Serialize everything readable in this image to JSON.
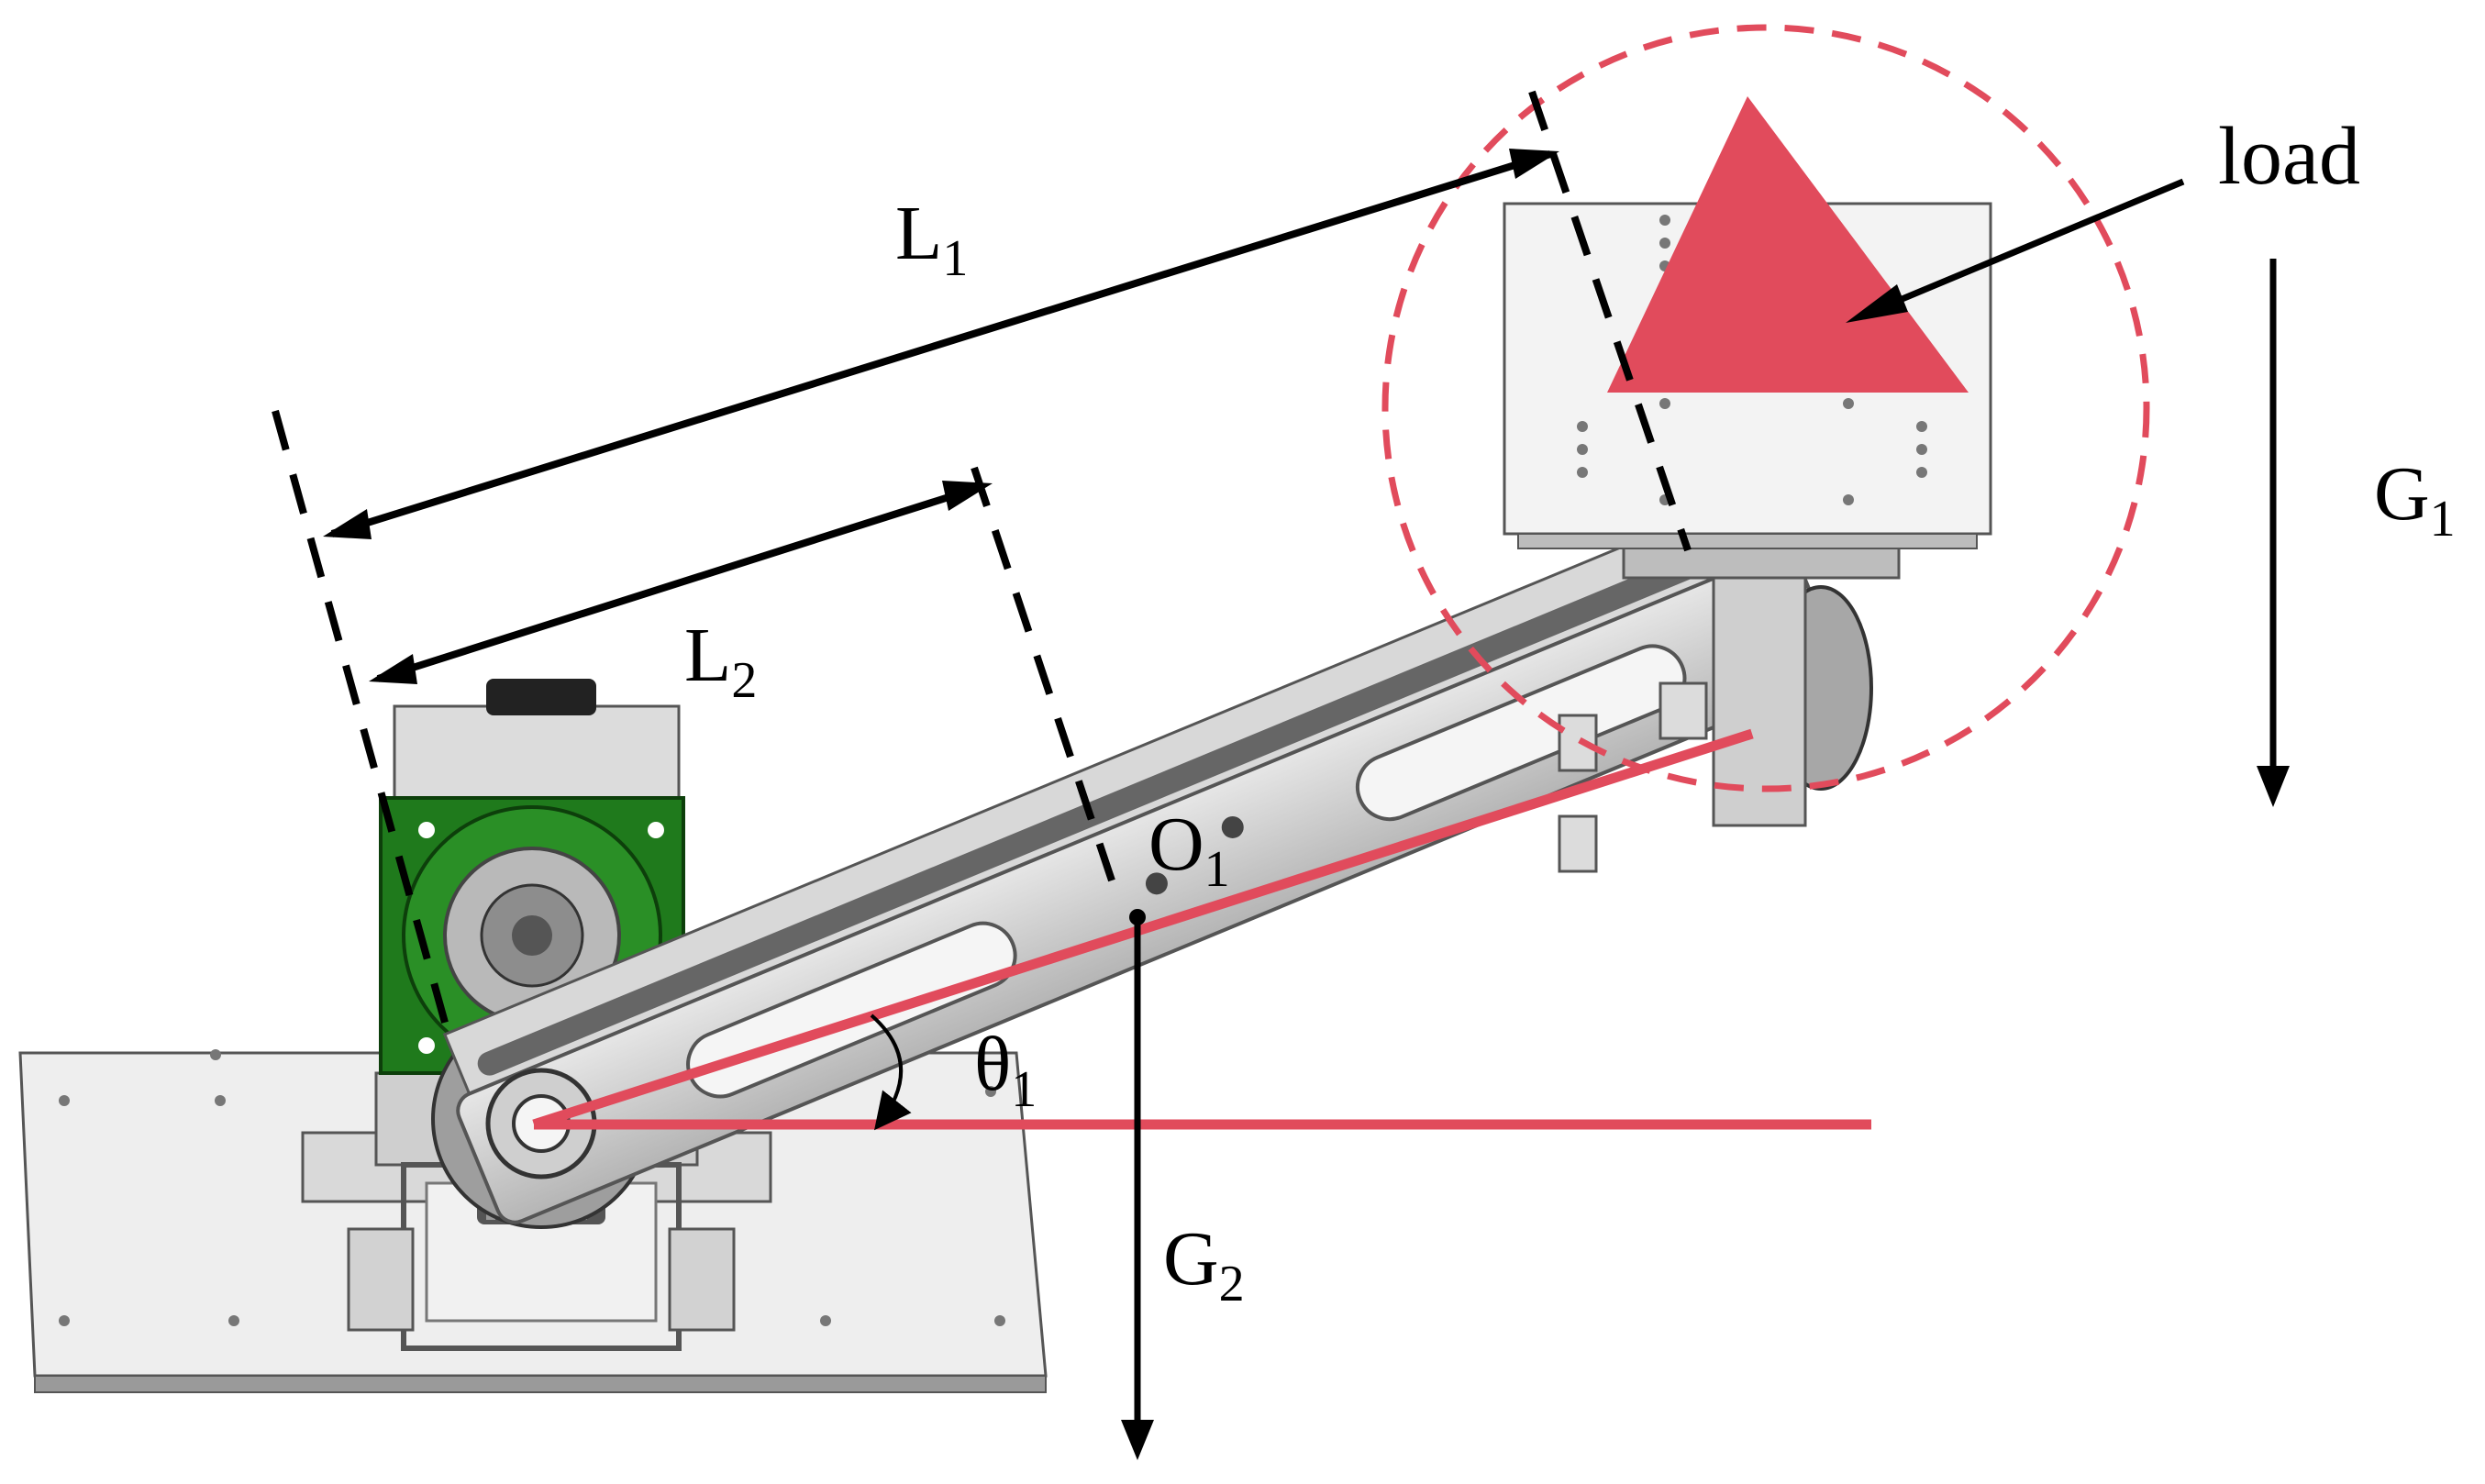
{
  "labels": {
    "l1": {
      "main": "L",
      "sub": "1"
    },
    "l2": {
      "main": "L",
      "sub": "2"
    },
    "g1": {
      "main": "G",
      "sub": "1"
    },
    "g2": {
      "main": "G",
      "sub": "2"
    },
    "o1": {
      "main": "O",
      "sub": "1"
    },
    "theta1": {
      "main": "θ",
      "sub": "1"
    },
    "load": "load"
  },
  "colors": {
    "accent_red": "#e14b5c",
    "motor_green": "#1f7a1c",
    "metal": "#c9c9c9",
    "metal_dark": "#8a8a8a",
    "line": "#000000"
  }
}
